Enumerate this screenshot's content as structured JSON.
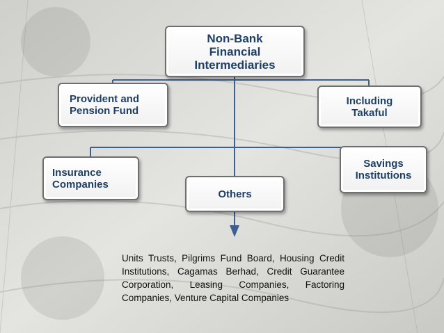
{
  "diagram": {
    "root": {
      "label_lines": [
        "Non-Bank",
        "Financial",
        "Intermediaries"
      ]
    },
    "children": {
      "provident": {
        "label_lines": [
          "Provident and",
          "Pension Fund"
        ]
      },
      "takaful": {
        "label_lines": [
          "Including",
          "Takaful"
        ]
      },
      "insurance": {
        "label_lines": [
          "Insurance",
          "Companies"
        ]
      },
      "others": {
        "label_lines": [
          "Others"
        ]
      },
      "savings": {
        "label_lines": [
          "Savings",
          "Institutions"
        ]
      }
    },
    "others_detail": "Units Trusts, Pilgrims Fund Board, Housing Credit Institutions, Cagamas Berhad, Credit Guarantee Corporation, Leasing Companies, Factoring Companies, Venture Capital Companies",
    "colors": {
      "node_text": "#1f3f66",
      "connector": "#3f5f8f",
      "node_border": "#6f6f6f"
    }
  }
}
